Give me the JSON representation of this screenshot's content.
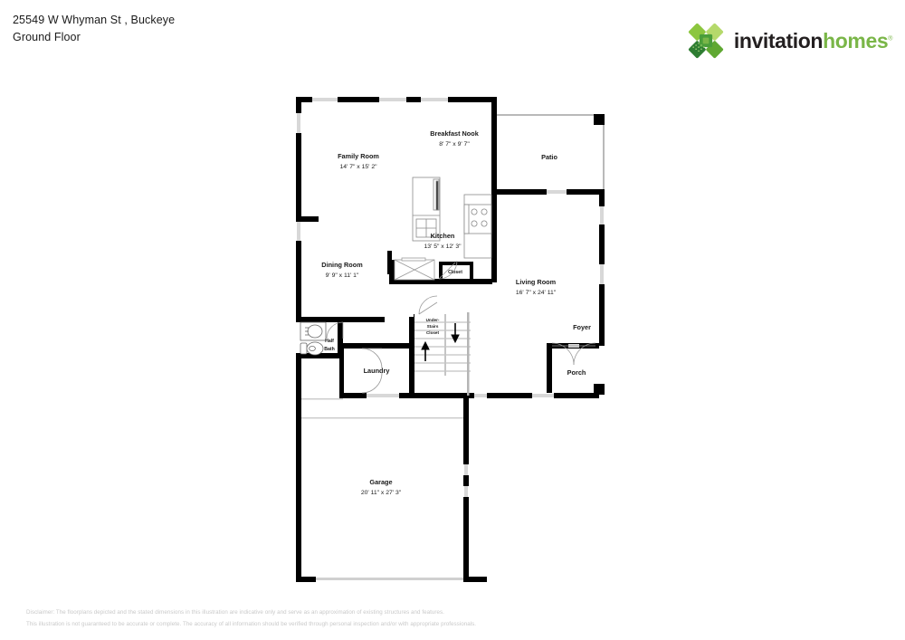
{
  "header": {
    "address": "25549 W Whyman St , Buckeye",
    "floor_label": "Ground Floor"
  },
  "brand": {
    "name_part1": "invitation",
    "name_part2": "homes",
    "trademark": "®",
    "logo_icon": "diamond-cluster-icon",
    "green": "#7ab648",
    "dark": "#231f20"
  },
  "floorplan": {
    "rooms": [
      {
        "id": "family-room",
        "name": "Family Room",
        "dimensions": "14' 7\" x 15' 2\""
      },
      {
        "id": "breakfast-nook",
        "name": "Breakfast Nook",
        "dimensions": "8' 7\" x 9' 7\""
      },
      {
        "id": "kitchen",
        "name": "Kitchen",
        "dimensions": "13' 5\" x 12' 3\""
      },
      {
        "id": "dining-room",
        "name": "Dining Room",
        "dimensions": "9' 9\" x 11' 1\""
      },
      {
        "id": "living-room",
        "name": "Living Room",
        "dimensions": "16' 7\" x 24' 11\""
      },
      {
        "id": "garage",
        "name": "Garage",
        "dimensions": "20' 11\" x 27' 3\""
      },
      {
        "id": "patio",
        "name": "Patio",
        "dimensions": ""
      },
      {
        "id": "closet",
        "name": "Closet",
        "dimensions": ""
      },
      {
        "id": "half-bath",
        "name": "Half",
        "name2": "Bath",
        "dimensions": ""
      },
      {
        "id": "laundry",
        "name": "Laundry",
        "dimensions": ""
      },
      {
        "id": "understairs-closet",
        "name": "Under-",
        "name2": "Stairs",
        "name3": "Closet",
        "dimensions": ""
      },
      {
        "id": "foyer",
        "name": "Foyer",
        "dimensions": ""
      },
      {
        "id": "porch",
        "name": "Porch",
        "dimensions": ""
      }
    ],
    "fixtures": [
      {
        "id": "kitchen-island-sink",
        "name": "island-sink-icon"
      },
      {
        "id": "range-cooktop",
        "name": "stove-burners-icon"
      },
      {
        "id": "bath-sink",
        "name": "bathroom-sink-icon"
      },
      {
        "id": "toilet",
        "name": "toilet-icon"
      },
      {
        "id": "stairs",
        "name": "staircase-icon"
      },
      {
        "id": "stairs-up-arrow",
        "name": "arrow-up-icon"
      },
      {
        "id": "stairs-down-arrow",
        "name": "arrow-down-icon"
      }
    ],
    "wall_color": "#000000",
    "opening_color": "#d8d8d8"
  },
  "disclaimer": {
    "line1": "Disclaimer: The floorplans depicted and the stated dimensions in this illustration are indicative only and serve as an approximation of existing structures and features.",
    "line2": "This illustration is not guaranteed to be accurate or complete. The accuracy of all information should be verified through personal inspection and/or with appropriate professionals."
  }
}
